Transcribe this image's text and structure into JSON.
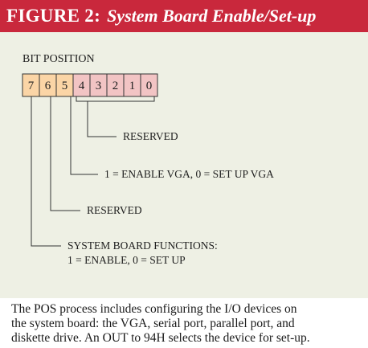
{
  "figure": {
    "label": "FIGURE 2:",
    "title": "System Board Enable/Set-up"
  },
  "diagram": {
    "heading": "BIT POSITION",
    "bits": [
      "7",
      "6",
      "5",
      "4",
      "3",
      "2",
      "1",
      "0"
    ],
    "colors": {
      "orange_cell": "#fbd5a6",
      "pink_cell": "#f2c4c4",
      "title_bar": "#c9283c",
      "panel": "#eef0e4"
    },
    "annotations": [
      {
        "bit_range": "4-0",
        "text": [
          "RESERVED"
        ]
      },
      {
        "bit_range": "5",
        "text": [
          "1 = ENABLE VGA, 0 = SET UP VGA"
        ]
      },
      {
        "bit_range": "6",
        "text": [
          "RESERVED"
        ]
      },
      {
        "bit_range": "7",
        "text": [
          "SYSTEM BOARD FUNCTIONS:",
          "1 = ENABLE, 0 = SET UP"
        ]
      }
    ]
  },
  "caption": {
    "lines": [
      "The POS process includes configuring the I/O devices on",
      "the system board: the VGA, serial port, parallel port, and",
      "diskette drive. An OUT to 94H selects the device for set-up."
    ]
  }
}
